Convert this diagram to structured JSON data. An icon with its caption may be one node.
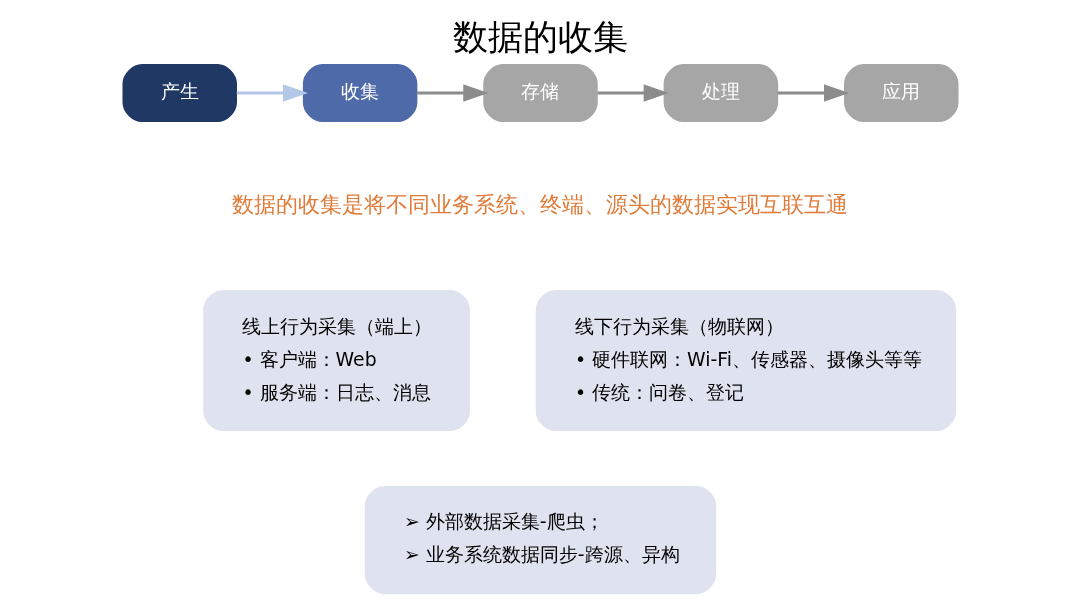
{
  "diagram": {
    "title": "数据的收集",
    "nodes": [
      {
        "text": [
          "产生"
        ]
      },
      {
        "text": [
          "收集"
        ]
      },
      {
        "text": [
          "存储"
        ]
      },
      {
        "text": [
          "处理"
        ]
      },
      {
        "text": [
          "应用"
        ]
      },
      {
        "text": [
          "线上行为采集（端上）",
          "• 客户端：Web",
          "• 服务端：日志、消息"
        ]
      },
      {
        "text": [
          "线下行为采集（物联网）",
          "• 硬件联网：Wi-Fi、传感器、摄像头等等",
          "• 传统：问卷、登记"
        ]
      },
      {
        "text": [
          "➢ 外部数据采集-爬虫；",
          "➢ 业务系统数据同步-跨源、异构"
        ]
      }
    ],
    "edges": [
      {
        "from": 0,
        "to": 1,
        "arrow": "to",
        "color": "#b4c7e7"
      },
      {
        "from": 1,
        "to": 2,
        "arrow": "to"
      },
      {
        "from": 2,
        "to": 3,
        "arrow": "to"
      },
      {
        "from": 3,
        "to": 4,
        "arrow": "to"
      }
    ],
    "labels": [
      "数据的收集是将不同业务系统、终端、源头的数据实现互联互通"
    ]
  }
}
